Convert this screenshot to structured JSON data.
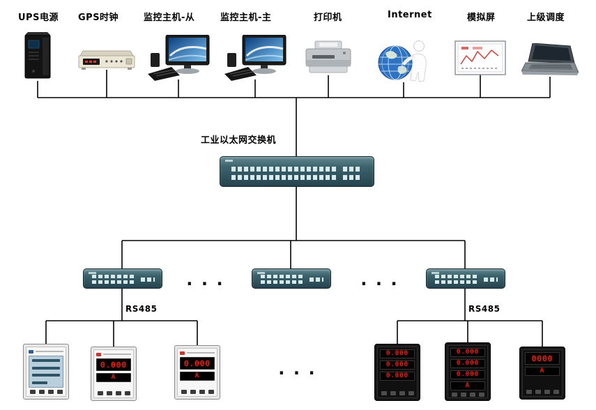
{
  "canvas": {
    "background": "#ffffff"
  },
  "top_devices": [
    {
      "label": "UPS电源"
    },
    {
      "label": "GPS时钟"
    },
    {
      "label": "监控主机-从"
    },
    {
      "label": "监控主机-主"
    },
    {
      "label": "打印机"
    },
    {
      "label": "Internet"
    },
    {
      "label": "模拟屏"
    },
    {
      "label": "上级调度"
    }
  ],
  "core_switch": {
    "label": "工业以太网交换机"
  },
  "branch_labels": {
    "left_bus": "RS485",
    "right_bus": "RS485"
  },
  "ellipsis": "...",
  "meters": {
    "left": [
      {
        "kind": "lcd-multifunction"
      },
      {
        "kind": "led",
        "display": "0.000",
        "unit": "A"
      },
      {
        "kind": "led",
        "display": "0.000",
        "unit": "A"
      }
    ],
    "right": [
      {
        "kind": "led-3row",
        "rows": [
          "0.000",
          "0.000",
          "0.000"
        ]
      },
      {
        "kind": "led-3row",
        "rows": [
          "0.000",
          "0.000",
          "0.000"
        ],
        "unit": "A"
      },
      {
        "kind": "led-1row",
        "display": "0000",
        "unit": "A"
      }
    ]
  },
  "colors": {
    "wire": "#000000",
    "switch_body": "#3a626c",
    "led_red": "#ff2b1c"
  }
}
